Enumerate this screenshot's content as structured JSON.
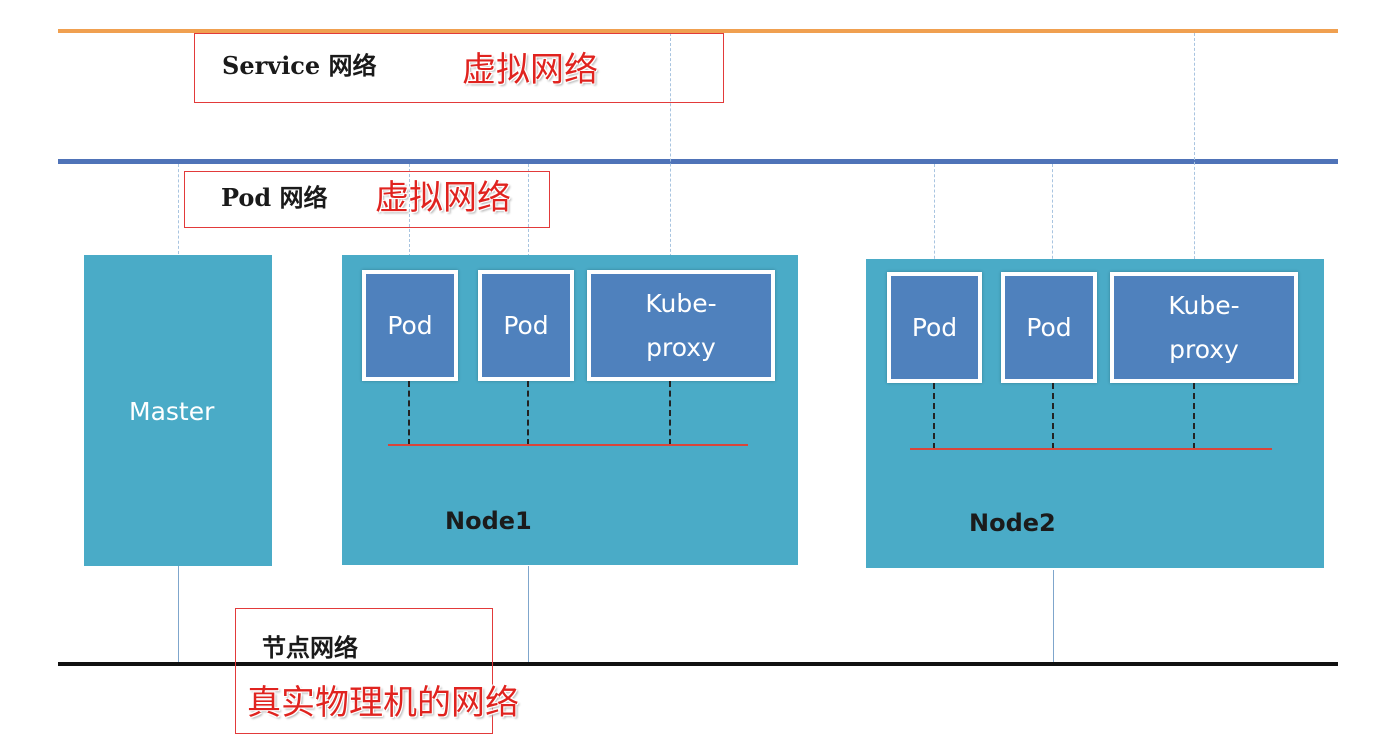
{
  "networks": {
    "service": {
      "label": "Service 网络",
      "note": "虚拟网络"
    },
    "pod": {
      "label": "Pod 网络",
      "note": "虚拟网络"
    },
    "node": {
      "label": "节点网络",
      "note": "真实物理机的网络"
    }
  },
  "master": {
    "label": "Master"
  },
  "nodes": [
    {
      "label": "Node1",
      "components": [
        {
          "label": "Pod"
        },
        {
          "label": "Pod"
        },
        {
          "label_line1": "Kube-",
          "label_line2": "proxy"
        }
      ]
    },
    {
      "label": "Node2",
      "components": [
        {
          "label": "Pod"
        },
        {
          "label": "Pod"
        },
        {
          "label_line1": "Kube-",
          "label_line2": "proxy"
        }
      ]
    }
  ],
  "colors": {
    "service_line": "#f0a050",
    "pod_line": "#4f73b8",
    "node_line": "#111111",
    "node_fill": "#4aabc7",
    "component_fill": "#4f81bd",
    "annotation": "#e0231f"
  }
}
